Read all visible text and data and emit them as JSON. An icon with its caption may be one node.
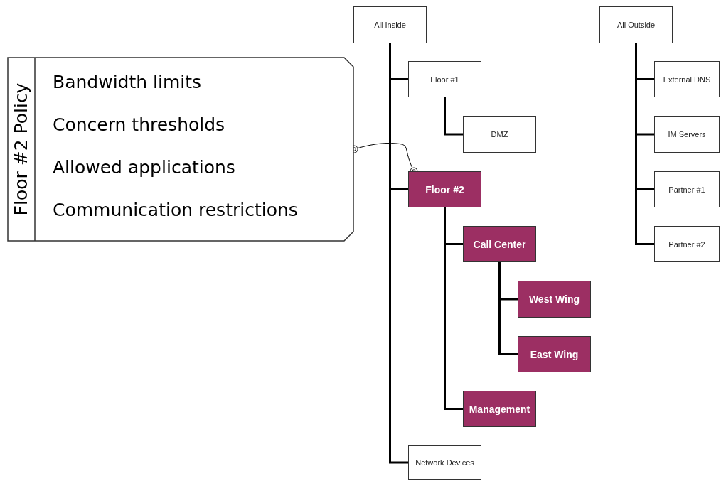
{
  "diagram": {
    "nodes": [
      {
        "text": [
          "Floor #2 Policy",
          "Bandwidth limits",
          "Concern thresholds",
          "Allowed applications",
          "Communication restrictions"
        ]
      },
      {
        "text": [
          "All Inside"
        ]
      },
      {
        "text": [
          "Floor #1"
        ]
      },
      {
        "text": [
          "DMZ"
        ]
      },
      {
        "text": [
          "Floor #2"
        ]
      },
      {
        "text": [
          "Call Center"
        ]
      },
      {
        "text": [
          "West Wing"
        ]
      },
      {
        "text": [
          "East Wing"
        ]
      },
      {
        "text": [
          "Management"
        ]
      },
      {
        "text": [
          "Network Devices"
        ]
      },
      {
        "text": [
          "All Outside"
        ]
      },
      {
        "text": [
          "External DNS"
        ]
      },
      {
        "text": [
          "IM Servers"
        ]
      },
      {
        "text": [
          "Partner #1"
        ]
      },
      {
        "text": [
          "Partner #2"
        ]
      }
    ],
    "edges": [
      {
        "from": 1,
        "to": 2,
        "arrow": "none"
      },
      {
        "from": 2,
        "to": 3,
        "arrow": "none"
      },
      {
        "from": 1,
        "to": 4,
        "arrow": "none"
      },
      {
        "from": 4,
        "to": 5,
        "arrow": "none"
      },
      {
        "from": 5,
        "to": 6,
        "arrow": "none"
      },
      {
        "from": 5,
        "to": 7,
        "arrow": "none"
      },
      {
        "from": 4,
        "to": 8,
        "arrow": "none"
      },
      {
        "from": 1,
        "to": 9,
        "arrow": "none"
      },
      {
        "from": 10,
        "to": 11,
        "arrow": "none"
      },
      {
        "from": 10,
        "to": 12,
        "arrow": "none"
      },
      {
        "from": 10,
        "to": 13,
        "arrow": "none"
      },
      {
        "from": 10,
        "to": 14,
        "arrow": "none"
      },
      {
        "from": 0,
        "to": 4,
        "arrow": "other"
      }
    ]
  }
}
